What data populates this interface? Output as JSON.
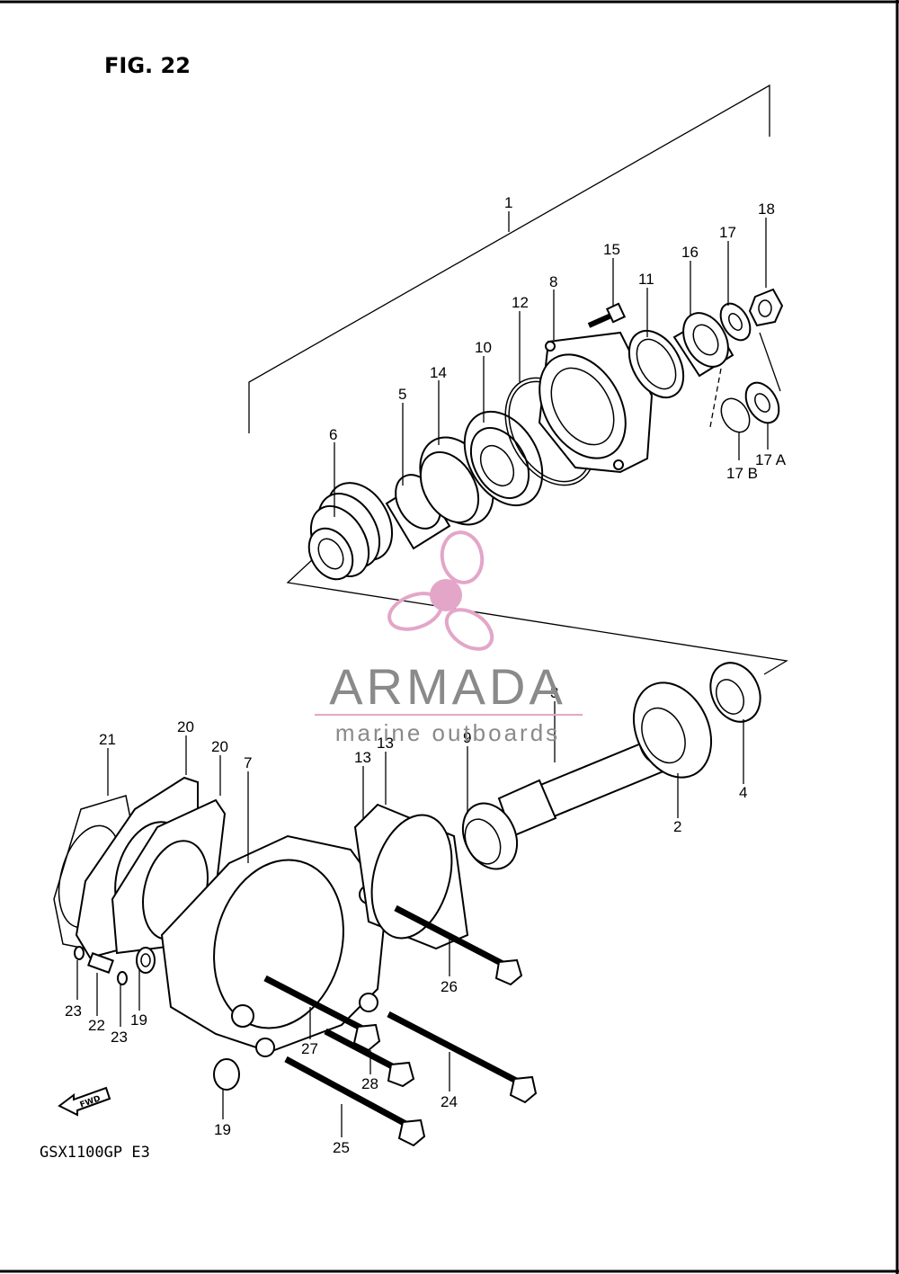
{
  "figure": {
    "title": "FIG. 22",
    "model_code": "GSX1100GP  E3",
    "fwd_label": "FWD"
  },
  "watermark": {
    "brand": "ARMADA",
    "tagline": "marine outboards",
    "logo_color": "#e3a6c8",
    "text_color": "#8a8a8a"
  },
  "callouts": {
    "c1": "1",
    "c2": "2",
    "c3": "3",
    "c4": "4",
    "c5": "5",
    "c6": "6",
    "c7": "7",
    "c8": "8",
    "c9": "9",
    "c10": "10",
    "c11": "11",
    "c12": "12",
    "c13a": "13",
    "c13b": "13",
    "c14": "14",
    "c15": "15",
    "c16": "16",
    "c17": "17",
    "c17a": "17 A",
    "c17b": "17 B",
    "c18": "18",
    "c19a": "19",
    "c19b": "19",
    "c20a": "20",
    "c20b": "20",
    "c21": "21",
    "c22": "22",
    "c23a": "23",
    "c23b": "23",
    "c24": "24",
    "c25": "25",
    "c26": "26",
    "c27": "27",
    "c28": "28"
  }
}
